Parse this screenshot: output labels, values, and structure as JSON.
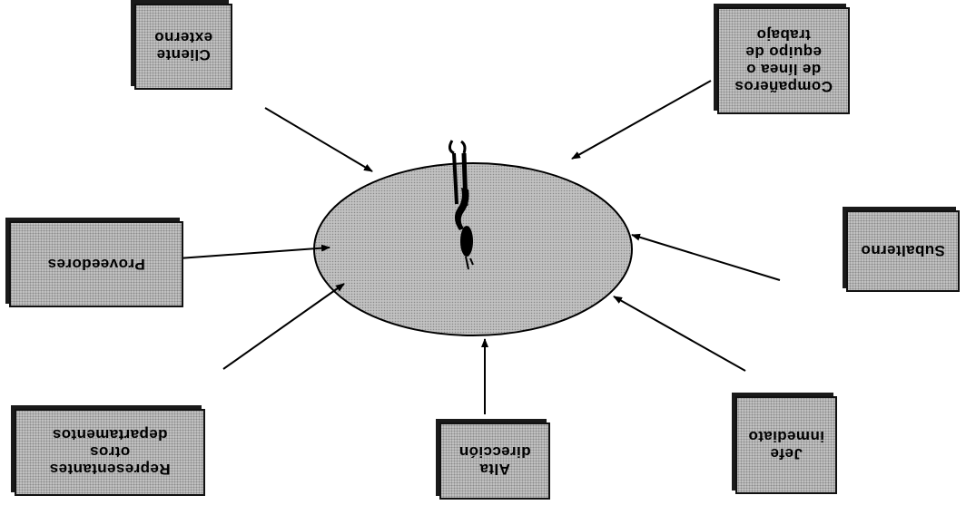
{
  "center": {
    "name": "ellipse",
    "fill": "#c2c2c2"
  },
  "boxes": {
    "representantes": "Representantes\notros\ndepartamentos",
    "alta_direccion": "Alta\ndirección",
    "jefe": "Jefe\ninmediato",
    "proveedores": "Proveedores",
    "subalterno": "Subalterno",
    "cliente": "Cliente\nexterno",
    "companeros": "Compañeros\nde línea o\nequipo de\ntrabajo"
  }
}
